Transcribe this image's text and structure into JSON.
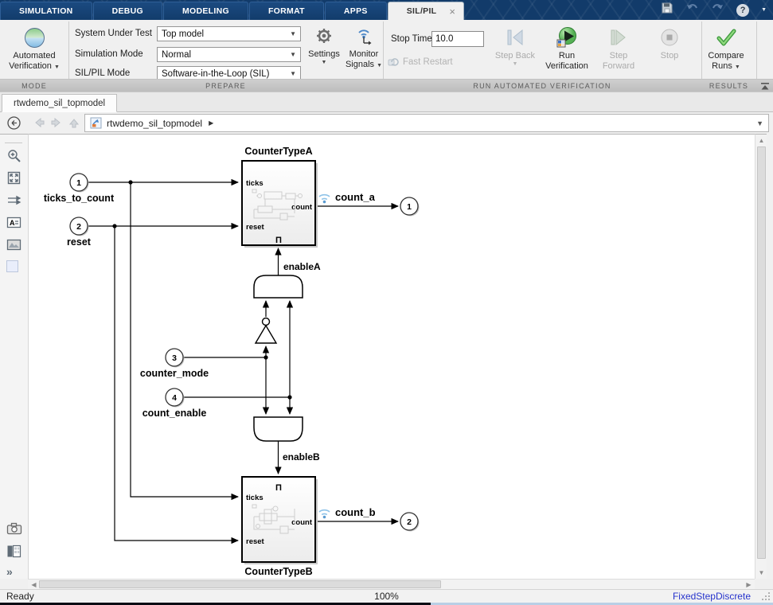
{
  "glyphs": {
    "caret_down": "▼",
    "caret_right": "▶",
    "close": "×",
    "chevrons_right": "»",
    "enable_symbol": "Π",
    "help": "?"
  },
  "title_bar": {
    "tabs": [
      "SIMULATION",
      "DEBUG",
      "MODELING",
      "FORMAT",
      "APPS"
    ],
    "active_tab": "SIL/PIL"
  },
  "ribbon": {
    "mode": {
      "section": "MODE",
      "automated_verification": "Automated Verification"
    },
    "prepare": {
      "section": "PREPARE",
      "fields": [
        {
          "label": "System Under Test",
          "value": "Top model"
        },
        {
          "label": "Simulation Mode",
          "value": "Normal"
        },
        {
          "label": "SIL/PIL Mode",
          "value": "Software-in-the-Loop (SIL)"
        }
      ],
      "settings": "Settings",
      "monitor_signals": "Monitor Signals"
    },
    "run": {
      "section": "RUN AUTOMATED VERIFICATION",
      "stop_time_label": "Stop Time",
      "stop_time_value": "10.0",
      "fast_restart": "Fast Restart",
      "step_back": "Step Back",
      "run_verification": "Run Verification",
      "step_forward": "Step Forward",
      "stop": "Stop"
    },
    "results": {
      "section": "RESULTS",
      "compare_runs": "Compare Runs"
    }
  },
  "document": {
    "tab_title": "rtwdemo_sil_topmodel",
    "breadcrumb": "rtwdemo_sil_topmodel"
  },
  "diagram": {
    "block_a": {
      "title": "CounterTypeA",
      "in1": "ticks",
      "in2": "reset",
      "out": "count"
    },
    "block_b": {
      "title": "CounterTypeB",
      "in1": "ticks",
      "in2": "reset",
      "out": "count"
    },
    "inports": [
      {
        "n": "1",
        "label": "ticks_to_count"
      },
      {
        "n": "2",
        "label": "reset"
      },
      {
        "n": "3",
        "label": "counter_mode"
      },
      {
        "n": "4",
        "label": "count_enable"
      }
    ],
    "outports": [
      {
        "n": "1",
        "label": "count_a"
      },
      {
        "n": "2",
        "label": "count_b"
      }
    ],
    "signals": {
      "enable_a": "enableA",
      "enable_b": "enableB"
    }
  },
  "status_bar": {
    "ready": "Ready",
    "zoom": "100%",
    "solver": "FixedStepDiscrete"
  },
  "colors": {
    "titlebar_blue": "#123b6a",
    "active_tab_bg": "#f0f0f0",
    "run_green": "#4caf50",
    "solver_text": "#2633cc",
    "logging_badge_blue": "#8fc3e8"
  }
}
